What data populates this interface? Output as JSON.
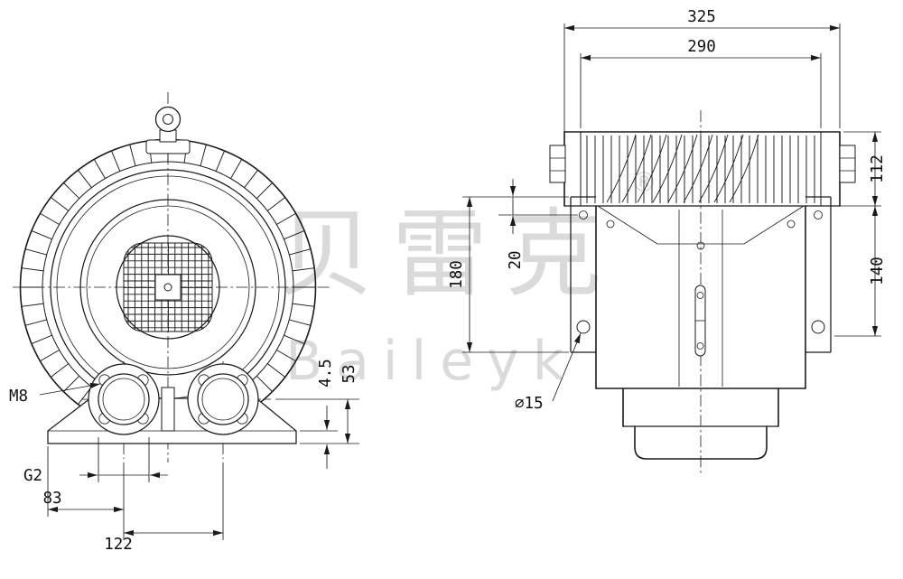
{
  "colors": {
    "line": "#1a1a1a",
    "watermark": "#dadada",
    "background": "#ffffff"
  },
  "watermark": {
    "cjk": "贝雷克",
    "registered": "®",
    "latin": "Baileyk"
  },
  "front_view": {
    "labels": {
      "eyebolt_thread": "M8",
      "port_thread": "G2",
      "foot_to_port": "83",
      "port_spacing": "122",
      "port_height": "53",
      "base_thickness": "4.5"
    }
  },
  "side_view": {
    "labels": {
      "overall_width": "325",
      "housing_width": "290",
      "housing_height": "112",
      "flange_drop": "140",
      "flange_height": "180",
      "hole_offset": "20",
      "hole_diameter": "⌀15"
    }
  }
}
